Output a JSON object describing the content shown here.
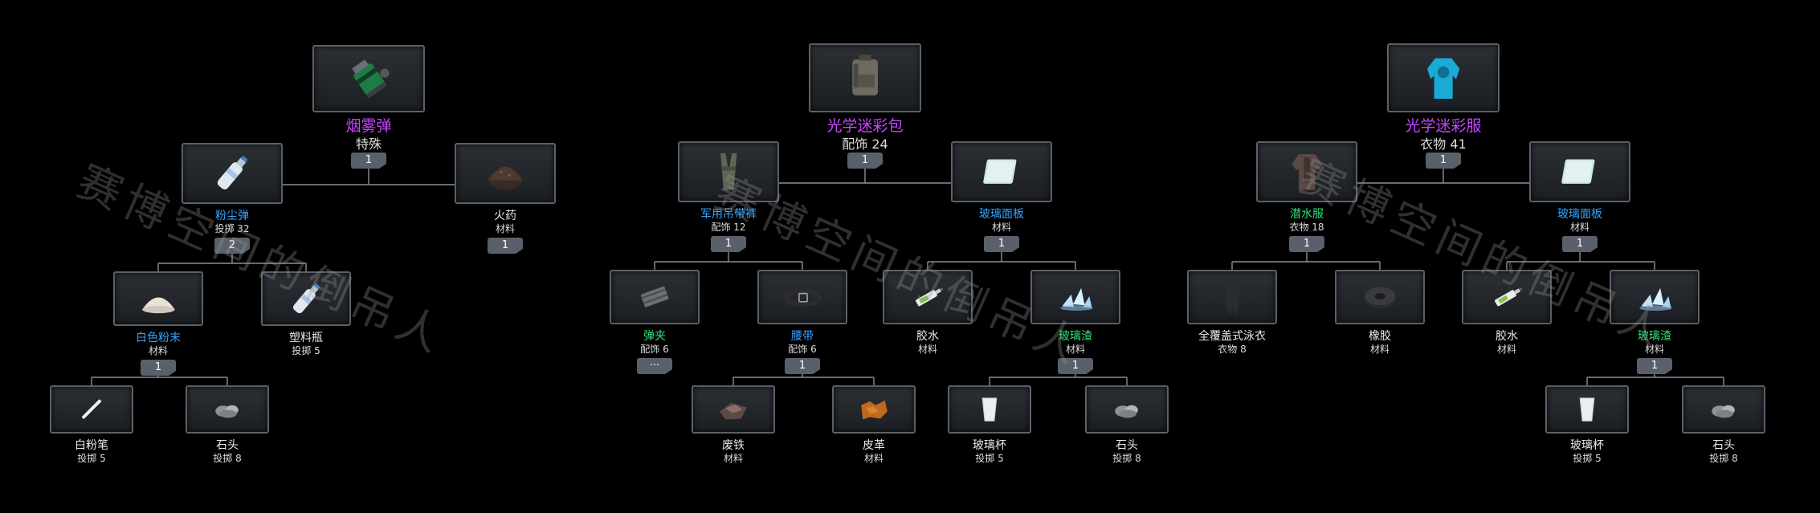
{
  "colors": {
    "purple": "#c447ff",
    "blue": "#35a3ff",
    "green": "#35e079",
    "white": "#e8e8e8"
  },
  "watermark": "赛博空间的倒吊人",
  "trees": [
    {
      "root": {
        "name": "烟雾弹",
        "sub": "特殊",
        "icon": "smoke-grenade-icon",
        "badge": "1"
      },
      "left": {
        "name": "粉尘弹",
        "sub": "投掷 32",
        "icon": "plastic-bottle-icon",
        "badge": "2"
      },
      "right": {
        "name": "火药",
        "sub": "材料",
        "icon": "gunpowder-icon",
        "badge": "1"
      },
      "ll": {
        "name": "白色粉末",
        "sub": "材料",
        "icon": "white-powder-icon",
        "badge": "1"
      },
      "lr": {
        "name": "塑料瓶",
        "sub": "投掷 5",
        "icon": "plastic-bottle-icon"
      },
      "lll": {
        "name": "白粉笔",
        "sub": "投掷 5",
        "icon": "chalk-icon"
      },
      "llr": {
        "name": "石头",
        "sub": "投掷 8",
        "icon": "stone-icon"
      }
    },
    {
      "root": {
        "name": "光学迷彩包",
        "sub": "配饰 24",
        "icon": "camo-backpack-icon",
        "badge": "1"
      },
      "left": {
        "name": "军用吊带裤",
        "sub": "配饰 12",
        "icon": "military-suspenders-icon",
        "badge": "1"
      },
      "right": {
        "name": "玻璃面板",
        "sub": "材料",
        "icon": "glass-panel-icon",
        "badge": "1"
      },
      "ll": {
        "name": "弹夹",
        "sub": "配饰 6",
        "icon": "ammo-clip-icon",
        "badge": "···"
      },
      "lr": {
        "name": "腰带",
        "sub": "配饰 6",
        "icon": "belt-icon",
        "badge": "1"
      },
      "rl": {
        "name": "胶水",
        "sub": "材料",
        "icon": "glue-tube-icon"
      },
      "rr": {
        "name": "玻璃渣",
        "sub": "材料",
        "icon": "glass-shards-icon",
        "badge": "1"
      },
      "lrl": {
        "name": "废铁",
        "sub": "材料",
        "icon": "scrap-iron-icon"
      },
      "lrr": {
        "name": "皮革",
        "sub": "材料",
        "icon": "leather-icon"
      },
      "rrl": {
        "name": "玻璃杯",
        "sub": "投掷 5",
        "icon": "glass-cup-icon"
      },
      "rrr": {
        "name": "石头",
        "sub": "投掷 8",
        "icon": "stone-icon"
      }
    },
    {
      "root": {
        "name": "光学迷彩服",
        "sub": "衣物 41",
        "icon": "camo-suit-icon",
        "badge": "1"
      },
      "left": {
        "name": "潜水服",
        "sub": "衣物 18",
        "icon": "diving-suit-icon",
        "badge": "1"
      },
      "right": {
        "name": "玻璃面板",
        "sub": "材料",
        "icon": "glass-panel-icon",
        "badge": "1"
      },
      "ll": {
        "name": "全覆盖式泳衣",
        "sub": "衣物 8",
        "icon": "swimsuit-icon"
      },
      "lr": {
        "name": "橡胶",
        "sub": "材料",
        "icon": "rubber-roll-icon"
      },
      "rl": {
        "name": "胶水",
        "sub": "材料",
        "icon": "glue-tube-icon"
      },
      "rr": {
        "name": "玻璃渣",
        "sub": "材料",
        "icon": "glass-shards-icon",
        "badge": "1"
      },
      "rrl": {
        "name": "玻璃杯",
        "sub": "投掷 5",
        "icon": "glass-cup-icon"
      },
      "rrr": {
        "name": "石头",
        "sub": "投掷 8",
        "icon": "stone-icon"
      }
    }
  ]
}
